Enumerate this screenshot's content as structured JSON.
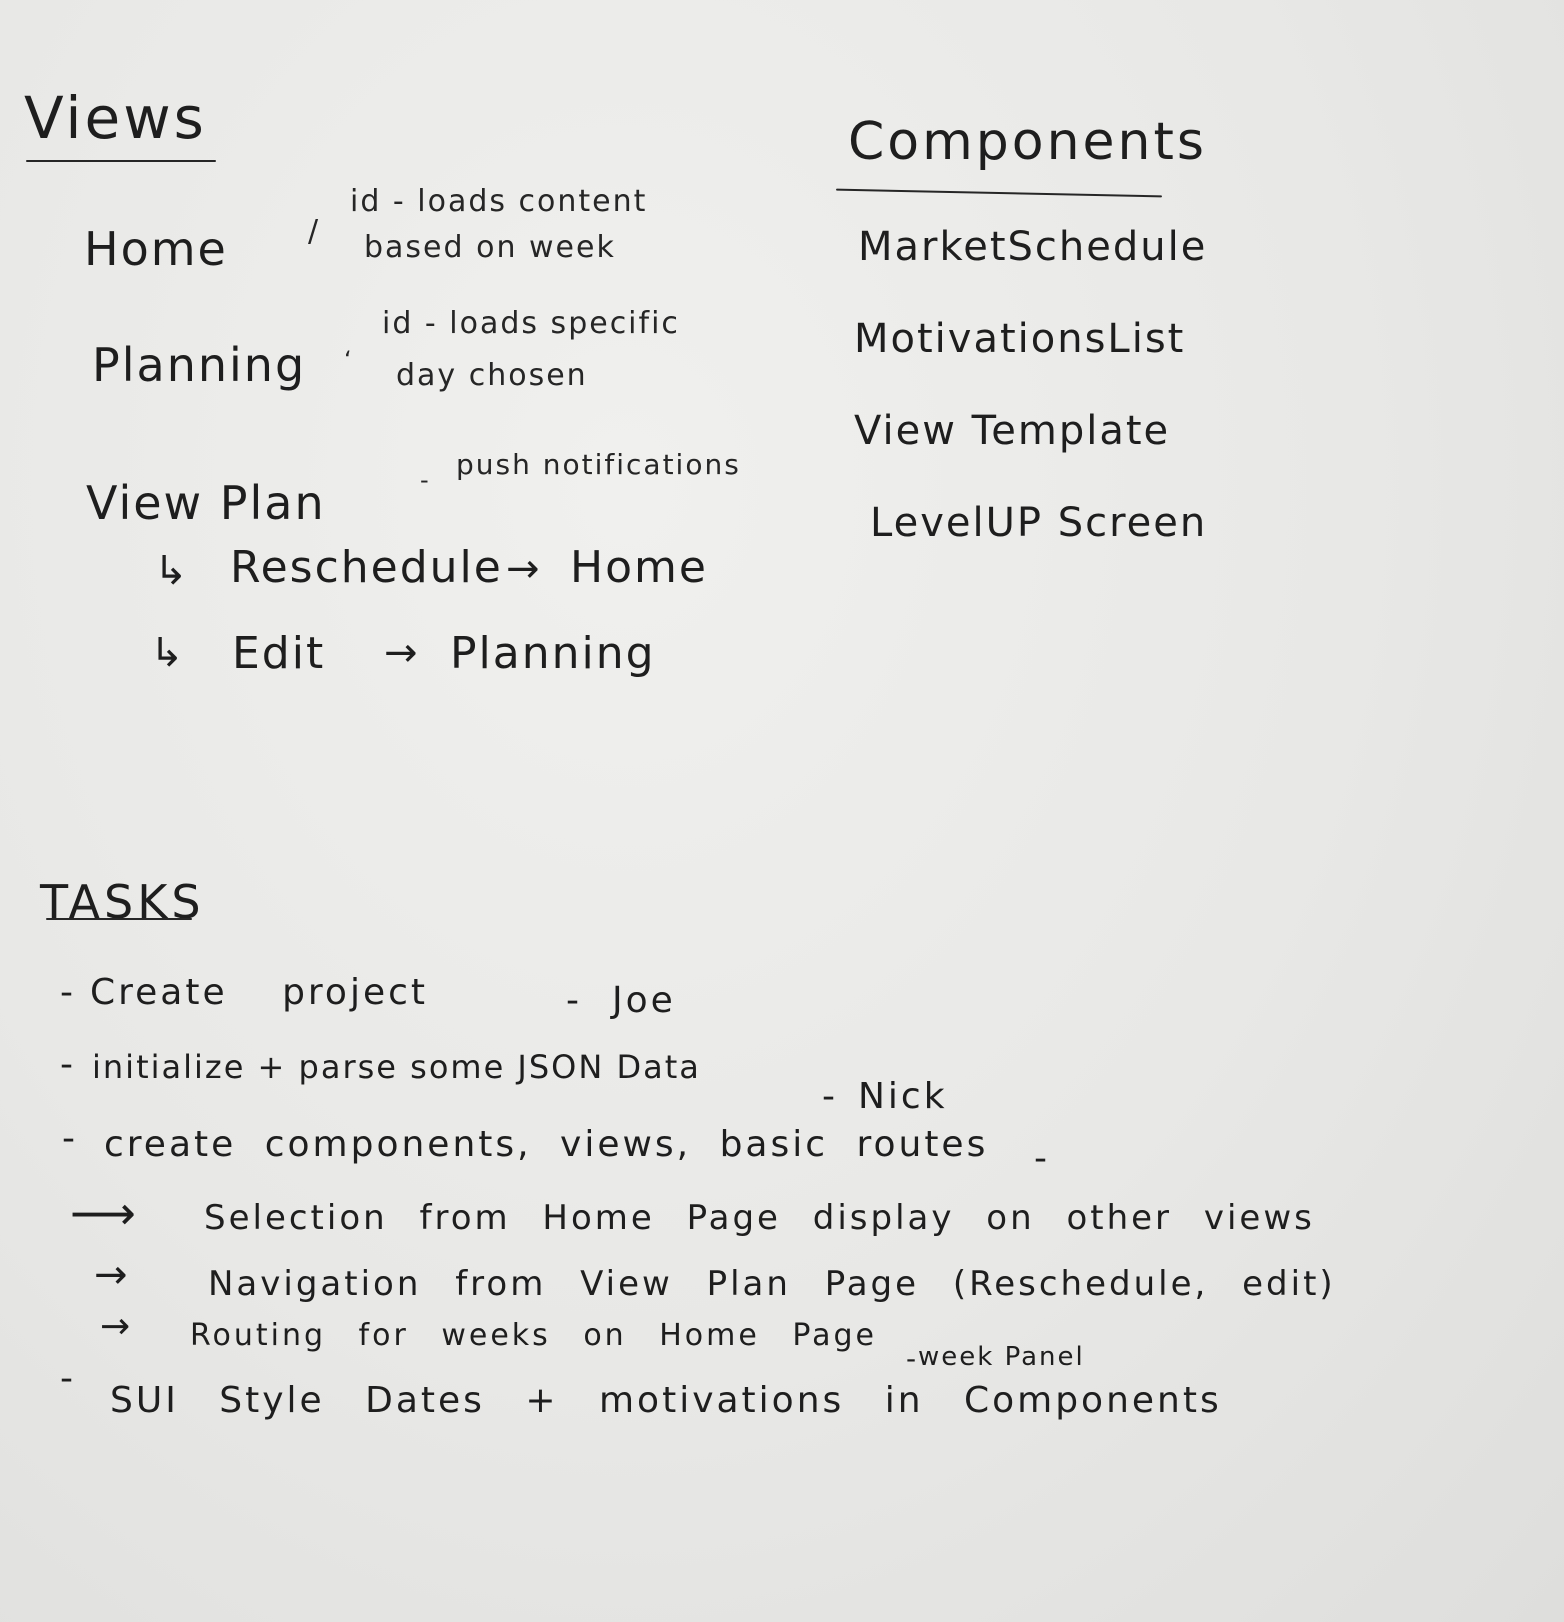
{
  "views": {
    "heading": "Views",
    "home": {
      "name": "Home",
      "note_line1": "id - loads content",
      "note_line2": "based on week"
    },
    "planning": {
      "name": "Planning",
      "note_line1": "id - loads specific",
      "note_line2": "day chosen"
    },
    "view_plan": {
      "name": "View Plan",
      "note": "push notifications"
    },
    "flows": [
      {
        "from": "Reschedule",
        "to": "Home"
      },
      {
        "from": "Edit",
        "to": "Planning"
      }
    ]
  },
  "components": {
    "heading": "Components",
    "items": [
      "MarketSchedule",
      "MotivationsList",
      "View Template",
      "LevelUP Screen"
    ]
  },
  "tasks": {
    "heading": "TASKS",
    "items": [
      {
        "text": "Create project",
        "owner": "Joe"
      },
      {
        "text": "initialize + parse some JSON Data",
        "owner": "Nick"
      },
      {
        "text": "create components, views, basic routes",
        "owner": ""
      }
    ],
    "subitems": [
      "Selection from Home Page display on other views",
      "Navigation from View Plan Page (Reschedule, edit)",
      "Routing for weeks on Home Page"
    ],
    "subitem_note": "week Panel",
    "last_item": "SUI Style Dates + motivations in Components"
  }
}
